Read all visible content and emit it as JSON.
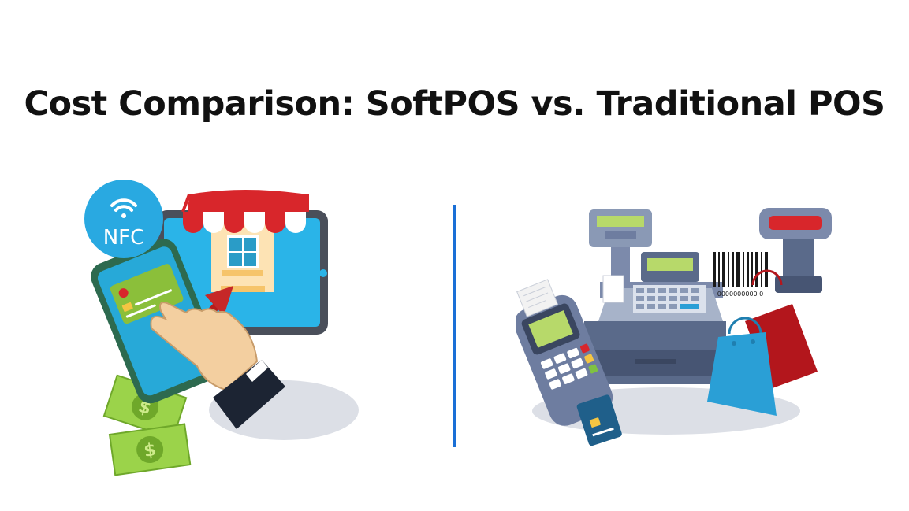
{
  "title": "Cost Comparison: SoftPOS vs. Traditional POS",
  "softpos": {
    "nfc_label": "NFC"
  },
  "traditional": {
    "barcode_digits": "0000000000 0"
  },
  "colors": {
    "accent_divider": "#1a6fd6",
    "nfc_blue": "#29a9e1",
    "awning_red": "#d8262b",
    "money_green": "#9bd34a",
    "register_slate": "#5a6a8a",
    "bag_blue": "#2a9fd6",
    "bag_red": "#b3161c"
  }
}
